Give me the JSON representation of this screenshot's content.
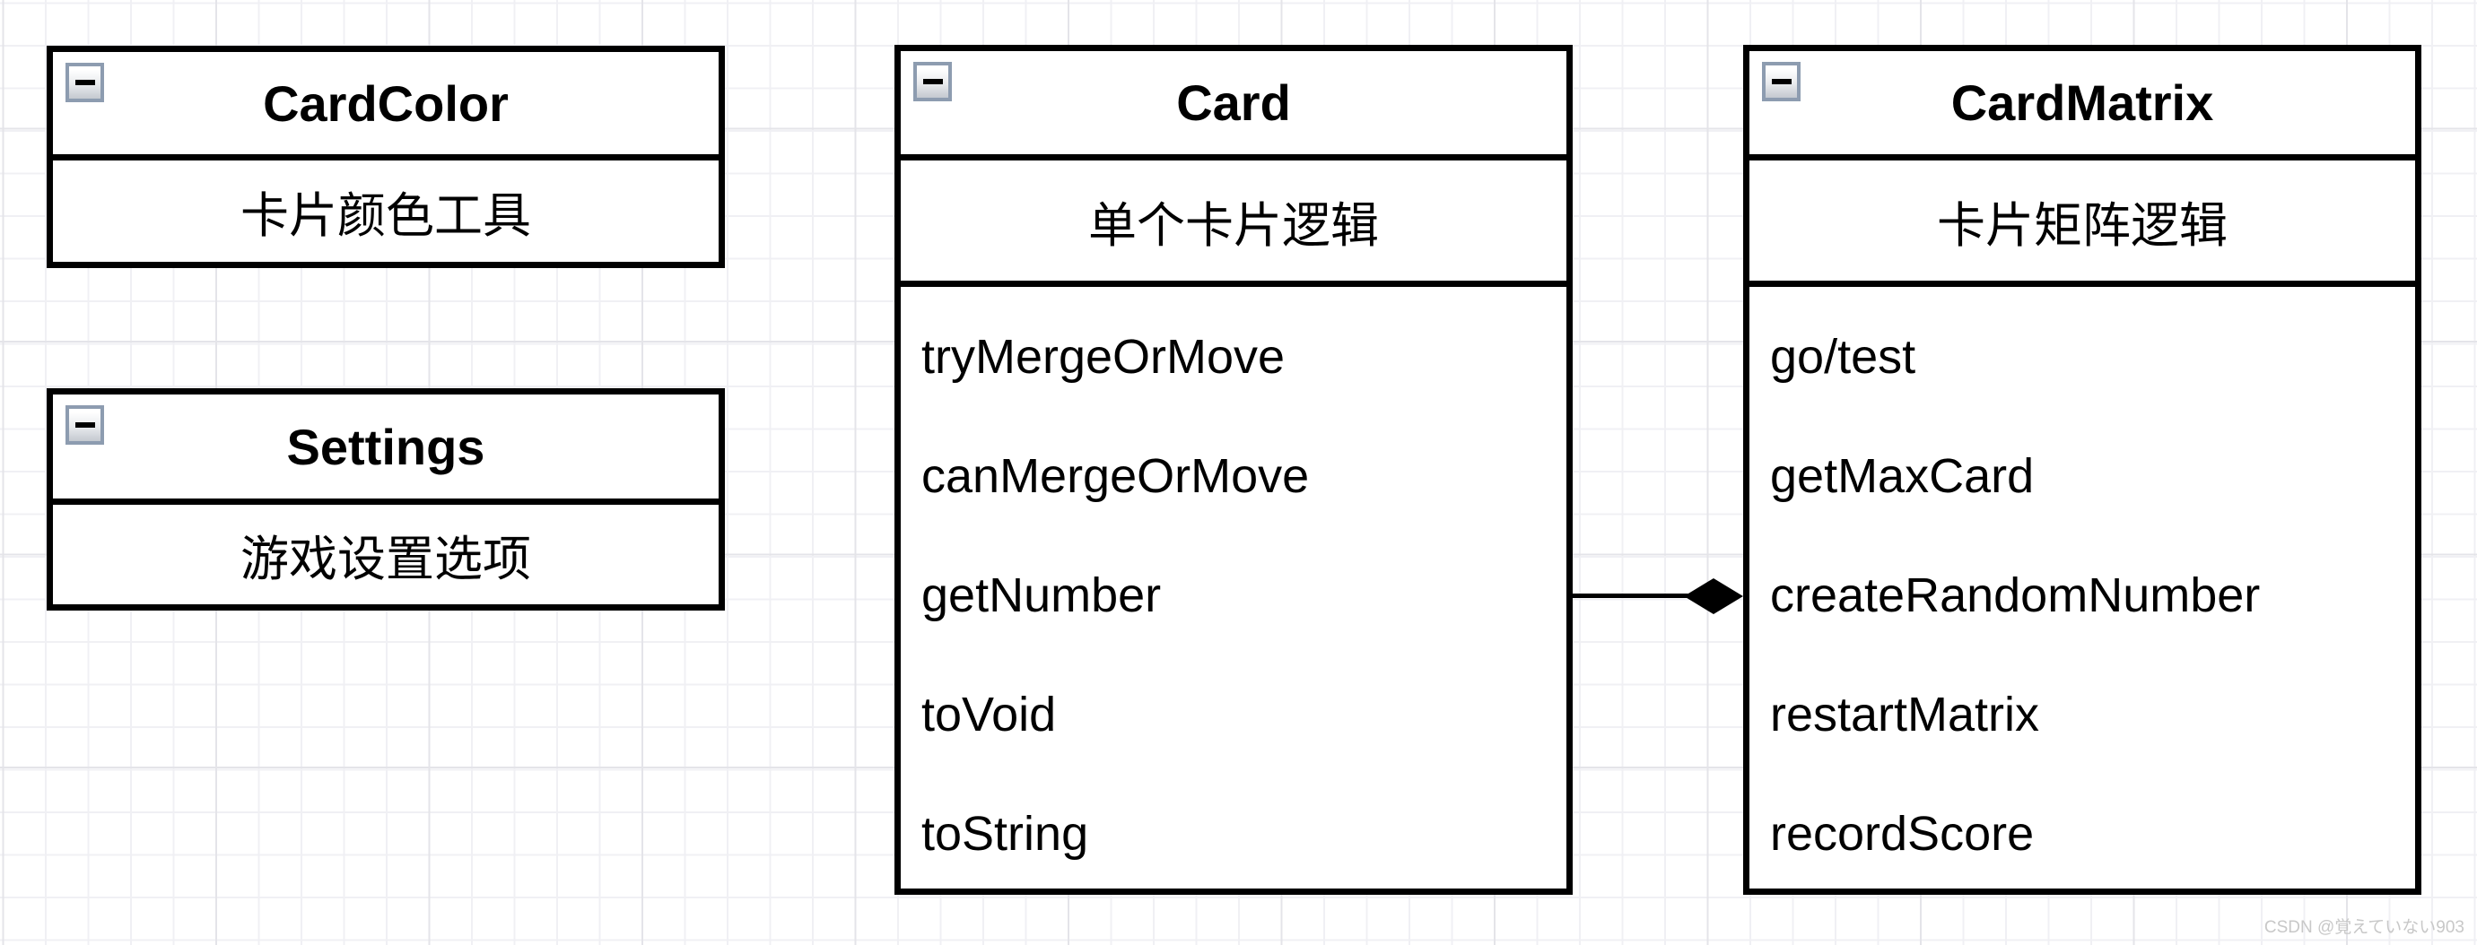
{
  "diagram": {
    "classes": [
      {
        "name": "CardColor",
        "description": "卡片颜色工具",
        "methods": []
      },
      {
        "name": "Settings",
        "description": "游戏设置选项",
        "methods": []
      },
      {
        "name": "Card",
        "description": "单个卡片逻辑",
        "methods": [
          "tryMergeOrMove",
          "canMergeOrMove",
          "getNumber",
          "toVoid",
          "toString"
        ]
      },
      {
        "name": "CardMatrix",
        "description": "卡片矩阵逻辑",
        "methods": [
          "go/test",
          "getMaxCard",
          "createRandomNumber",
          "restartMatrix",
          "recordScore"
        ]
      }
    ],
    "relation": {
      "from": "Card",
      "to": "CardMatrix",
      "type": "aggregation",
      "marker": "filled-diamond"
    },
    "collapse_symbol": "−"
  },
  "watermark": {
    "text": "CSDN @覚えていない903"
  },
  "colors": {
    "box_border": "#000000",
    "box_fill": "#ffffff",
    "grid_minor": "#f0f0f4",
    "grid_major": "#e4e4e9",
    "collapse_button_border": "#8d9cb0",
    "watermark_text": "#c8c8c8"
  }
}
